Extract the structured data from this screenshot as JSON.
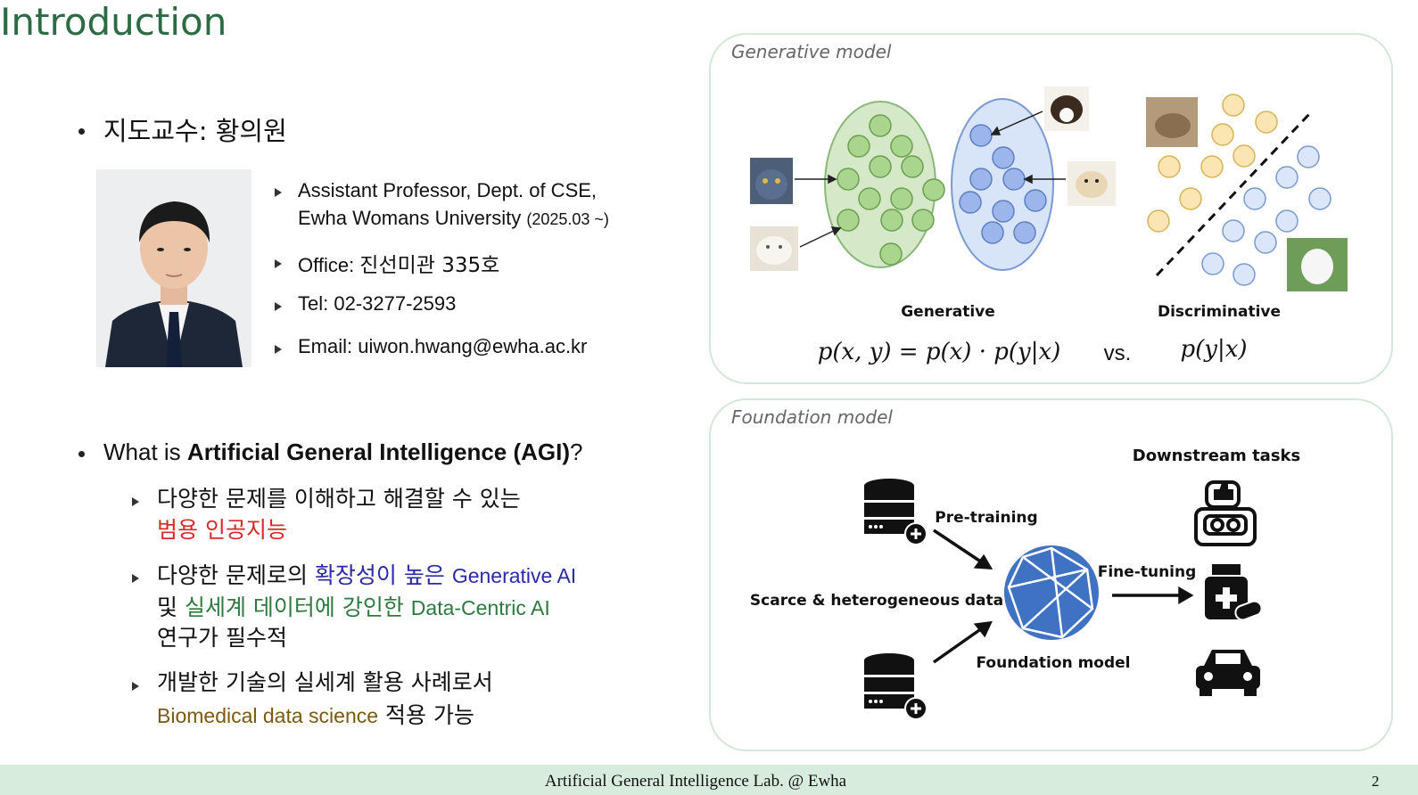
{
  "slide": {
    "title": "Introduction",
    "page_number": "2",
    "footer": "Artificial General Intelligence Lab. @ Ewha"
  },
  "advisor": {
    "heading": "지도교수: 황의원",
    "items": [
      {
        "line1": "Assistant Professor, Dept. of CSE,",
        "line2": "Ewha Womans University",
        "line2_suffix": "(2025.03 ~)"
      },
      {
        "prefix": "Office: ",
        "value": "진선미관 335호"
      },
      {
        "prefix": "Tel: ",
        "value": "02-3277-2593"
      },
      {
        "prefix": "Email: ",
        "value": "uiwon.hwang@ewha.ac.kr"
      }
    ]
  },
  "agi": {
    "heading_pre": "What is ",
    "heading_bold": "Artificial General Intelligence (AGI)",
    "heading_post": "?",
    "bullets": [
      {
        "line1": "다양한 문제를 이해하고 해결할 수 있는",
        "line2_red": "범용 인공지능"
      },
      {
        "line1_pre": "다양한 문제로의 ",
        "line1_blue": "확장성이 높은 ",
        "line1_blue_en": "Generative AI",
        "line2_pre": "및 ",
        "line2_green": "실세계 데이터에 강인한 ",
        "line2_green_en": "Data-Centric AI",
        "line3": "연구가 필수적"
      },
      {
        "line1": "개발한 기술의 실세계 활용 사례로서",
        "line2_olive": "Biomedical data science",
        "line2_post": " 적용 가능"
      }
    ]
  },
  "generative_panel": {
    "label": "Generative model",
    "generative_label": "Generative",
    "discriminative_label": "Discriminative",
    "formula_generative": "p(x, y) = p(x) · p(y|x)",
    "vs": "vs.",
    "formula_discriminative": "p(y|x)"
  },
  "foundation_panel": {
    "label": "Foundation model",
    "downstream": "Downstream tasks",
    "pretraining": "Pre-training",
    "finetuning": "Fine-tuning",
    "data_label": "Scarce & heterogeneous data",
    "model_label": "Foundation model"
  },
  "colors": {
    "title_green": "#2d6b45",
    "footer_bg": "#d7ecdd",
    "panel_border": "#d4e8d8",
    "highlight_red": "#d62a2a",
    "highlight_blue": "#2a2aa8",
    "highlight_green": "#2d7a40",
    "highlight_olive": "#7a5a10"
  },
  "icons": [
    "portrait-photo",
    "cat-photo",
    "dog-photo",
    "database-icon",
    "globe-network-icon",
    "robot-icon",
    "medicine-icon",
    "car-icon"
  ]
}
